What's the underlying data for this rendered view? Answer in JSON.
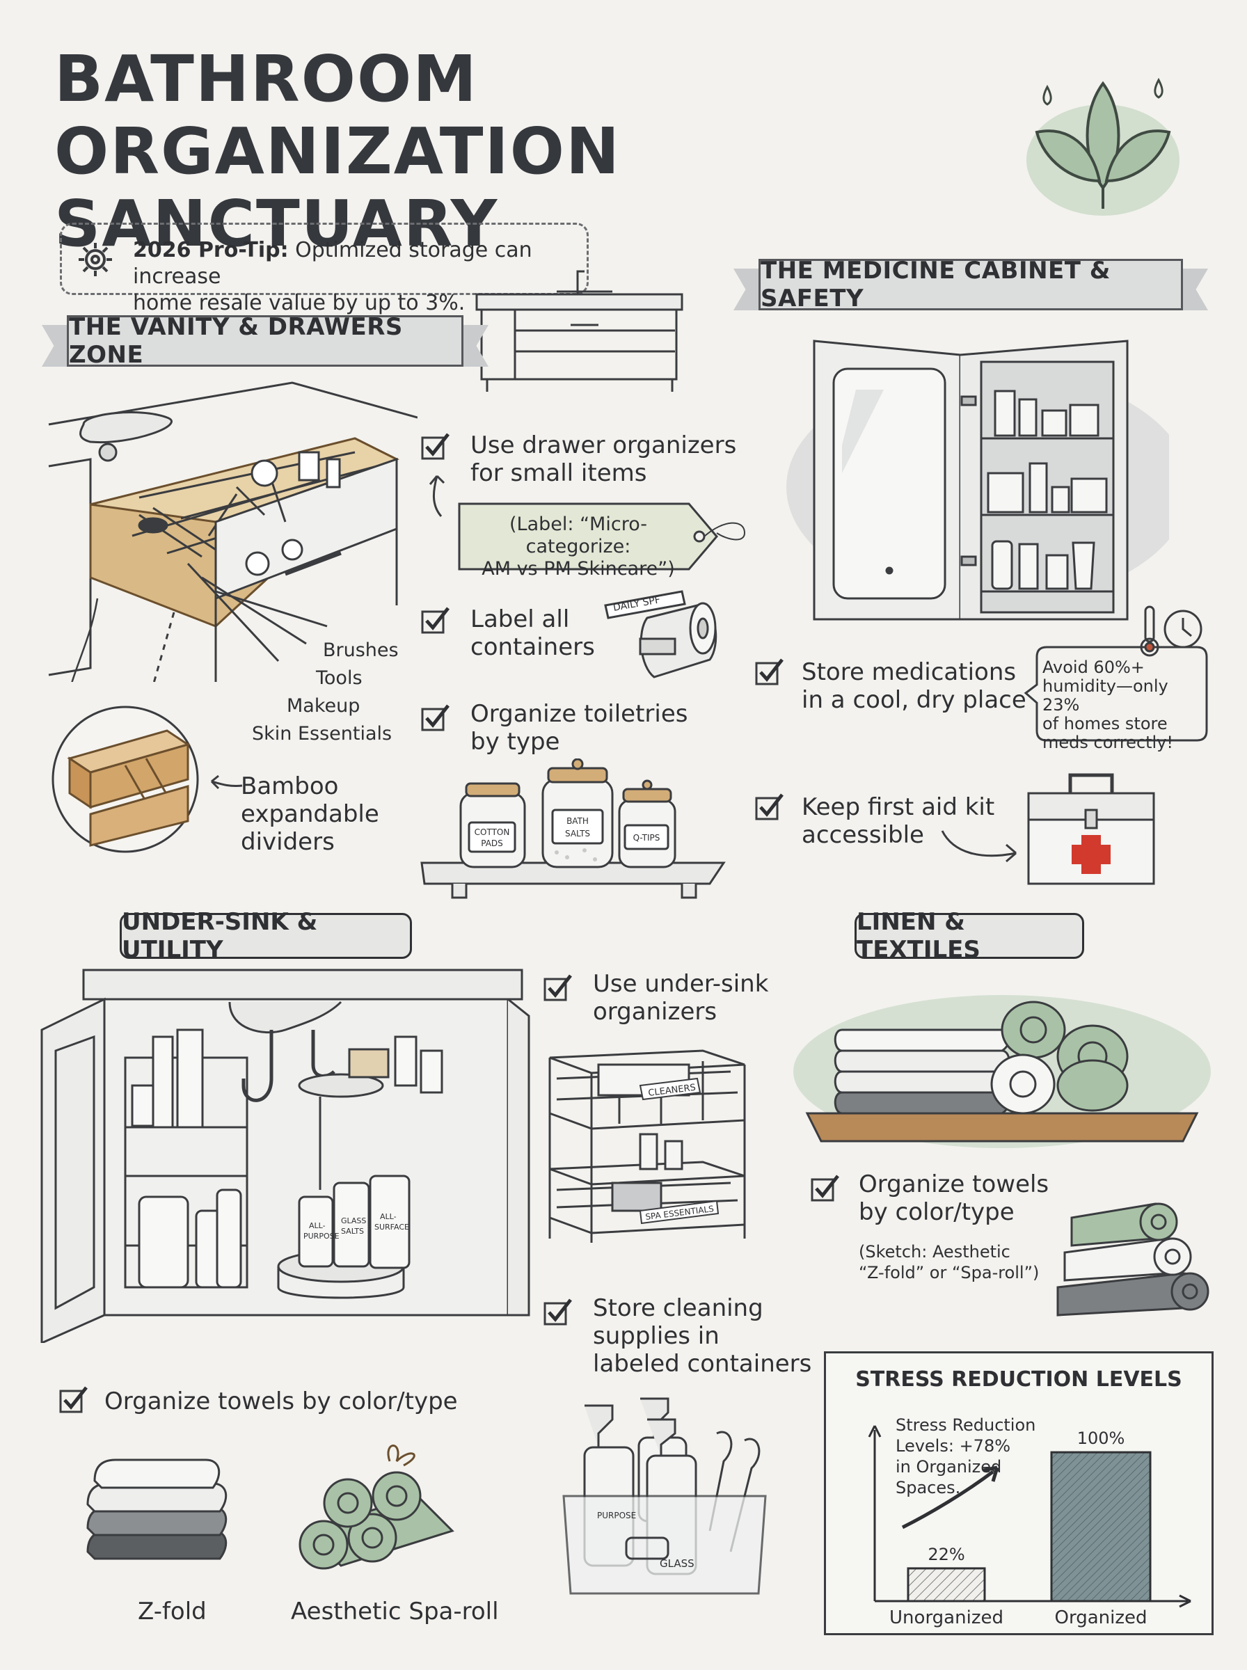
{
  "title": {
    "line1": "BATHROOM ORGANIZATION",
    "line2": "SANCTUARY"
  },
  "protip": {
    "label": "2026 Pro-Tip:",
    "text1": "Optimized storage can increase",
    "text2": "home resale value by up to 3%."
  },
  "vanity": {
    "heading": "THE VANITY & DRAWERS ZONE",
    "drawer_labels": [
      "Brushes",
      "Tools",
      "Makeup",
      "Skin Essentials"
    ],
    "dividers_label": [
      "Bamboo",
      "expandable",
      "dividers"
    ]
  },
  "medicine": {
    "heading": "THE MEDICINE CABINET & SAFETY",
    "items": [
      {
        "line1": "Store medications",
        "line2": "in a cool, dry place"
      },
      {
        "line1": "Keep first aid kit",
        "line2": "accessible"
      }
    ],
    "callout": [
      "Avoid 60%+",
      "humidity—only 23%",
      "of homes store",
      "meds correctly!"
    ]
  },
  "middle": {
    "items": [
      {
        "line1": "Use drawer organizers",
        "line2": "for small items"
      },
      {
        "line1": "Label all",
        "line2": "containers"
      },
      {
        "line1": "Organize toiletries",
        "line2": "by type"
      }
    ],
    "label_tag": [
      "(Label: “Micro-categorize:",
      "AM vs PM Skincare”)"
    ],
    "tape_label": "DAILY SPF",
    "jars": [
      "COTTON",
      "PADS",
      "BATH",
      "SALTS",
      "Q-TIPS"
    ]
  },
  "undersink": {
    "heading": "UNDER-SINK & UTILITY",
    "bottle_labels": [
      "ALL-",
      "PURPOSE",
      "GLASS",
      "SALTS",
      "ALL-",
      "SURFACE"
    ],
    "towels_item": "Organize towels by color/type",
    "fold_labels": [
      "Z-fold",
      "Aesthetic Spa-roll"
    ]
  },
  "utility_items": [
    {
      "line1": "Use under-sink",
      "line2": "organizers"
    },
    {
      "line1": "Store cleaning",
      "line2": "supplies in",
      "line3": "labeled containers"
    }
  ],
  "cart_labels": [
    "CLEANERS",
    "SPA ESSENTIALS"
  ],
  "caddy_labels": [
    "PURPOSE",
    "GLASS"
  ],
  "linen": {
    "heading": "LINEN & TEXTILES",
    "item": {
      "line1": "Organize towels",
      "line2": "by color/type"
    },
    "sketch": [
      "(Sketch: Aesthetic",
      "“Z-fold” or “Spa-roll”)"
    ]
  },
  "chart_data": {
    "type": "bar",
    "title": "STRESS REDUCTION LEVELS",
    "categories": [
      "Unorganized",
      "Organized"
    ],
    "values": [
      22,
      100
    ],
    "value_labels": [
      "22%",
      "100%"
    ],
    "ylim": [
      0,
      115
    ],
    "annotation": [
      "Stress Reduction",
      "Levels: +78%",
      "in Organized",
      "Spaces."
    ],
    "colors": {
      "unorganized": "#f1f0ec",
      "organized": "#7f9296"
    }
  },
  "colors": {
    "ink": "#2f3033",
    "sage": "#a9c2a7",
    "paper": "#f3f2ee",
    "banner": "#dcdddd",
    "tag": "#e3e8d6",
    "red": "#d23a2e"
  }
}
